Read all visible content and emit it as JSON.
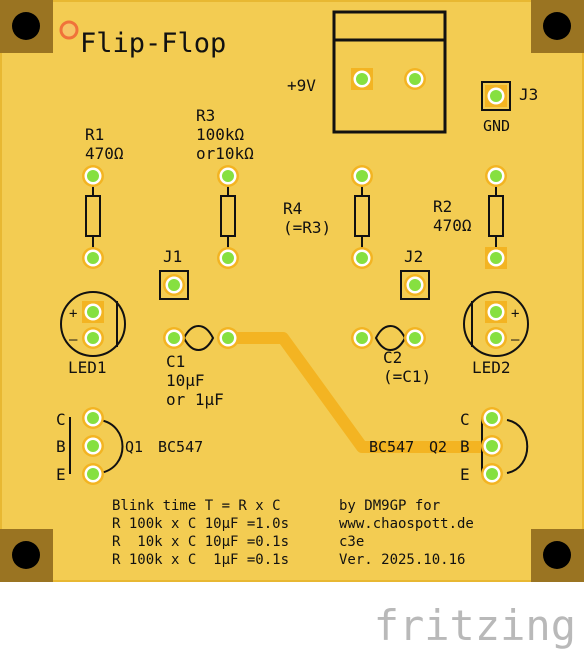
{
  "board": {
    "title": "Flip-Flop",
    "power_label": "+9V",
    "gnd_label": "GND",
    "colors": {
      "pcb": "#f3cc52",
      "pcb_edge": "#e8b832",
      "trace": "#f3b422",
      "pad_ring": "#f3b422",
      "pad_center": "#86e040",
      "mount": "#9a7422",
      "logo": "#b9b9b9"
    }
  },
  "components": {
    "r1": {
      "name": "R1",
      "value": "470Ω"
    },
    "r2": {
      "name": "R2",
      "value": "470Ω"
    },
    "r3": {
      "name": "R3",
      "value_line1": "100kΩ",
      "value_line2": "or10kΩ"
    },
    "r4": {
      "name": "R4",
      "value": "(=R3)"
    },
    "j1": "J1",
    "j2": "J2",
    "j3": "J3",
    "c1": {
      "name": "C1",
      "value_line1": "10μF",
      "value_line2": "or 1μF"
    },
    "c2": {
      "name": "C2",
      "value": "(=C1)"
    },
    "led1": "LED1",
    "led2": "LED2",
    "q1": {
      "name": "Q1",
      "type": "BC547"
    },
    "q2": {
      "name": "Q2",
      "type": "BC547"
    },
    "pin_c": "C",
    "pin_b": "B",
    "pin_e": "E",
    "plus": "+",
    "minus": "–"
  },
  "notes": {
    "blink_formula": "Blink time T = R x C",
    "rows": [
      "R 100k x C 10μF =1.0s",
      "R  10k x C 10μF =0.1s",
      "R 100k x C  1μF =0.1s"
    ],
    "credit_line1": "by DM9GP for",
    "credit_line2": "www.chaospott.de",
    "credit_line3": "c3e",
    "version": "Ver. 2025.10.16"
  },
  "footer": {
    "logo": "fritzing"
  }
}
